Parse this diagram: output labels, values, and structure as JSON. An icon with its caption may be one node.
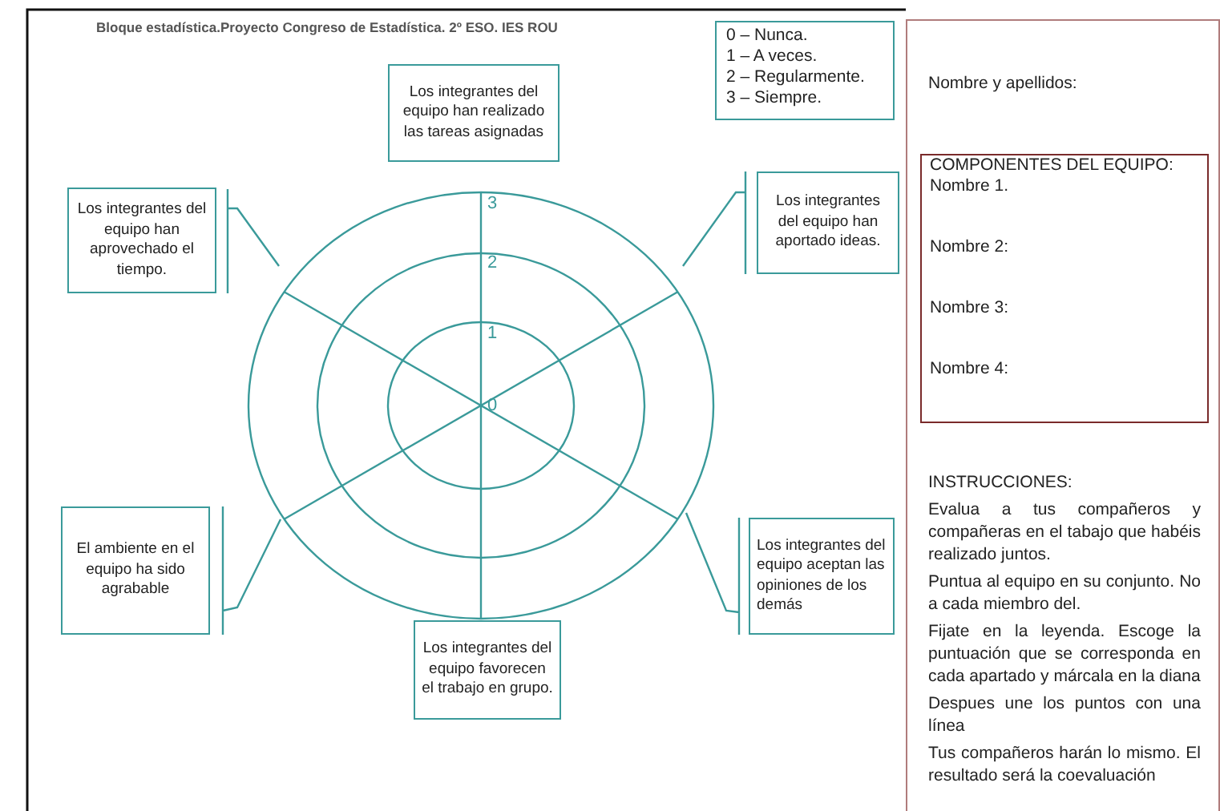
{
  "diagram": {
    "title": "Bloque estadística.Proyecto Congreso de Estadística. 2º ESO. IES ROU",
    "nodes": [
      {
        "text": [
          "0 – Nunca.",
          "1 – A veces.",
          "2 – Regularmente.",
          "3 – Siempre."
        ]
      },
      {
        "text": [
          "Nombre y apellidos:",
          "INSTRUCCIONES:",
          "Evalua a tus compañeros y compañeras en el tabajo que habéis realizado juntos.",
          "Puntua al equipo en su conjunto. No a cada miembro del.",
          "Fijate en la leyenda. Escoge la puntuación que se corresponda en cada apartado y márcala en la diana",
          "Despues une los puntos con una línea",
          "Tus compañeros harán lo mismo. El resultado será la coevaluación"
        ]
      },
      {
        "text": [
          "COMPONENTES DEL EQUIPO:",
          "Nombre 1.",
          "Nombre 2:",
          "Nombre 3:",
          "Nombre 4:"
        ],
        "in": 1
      },
      {
        "text": [
          "Los integrantes del equipo han realizado las tareas asignadas"
        ]
      },
      {
        "text": [
          "Los integrantes del equipo han aprovechado el tiempo."
        ]
      },
      {
        "text": [
          "Los integrantes del equipo han aportado ideas."
        ]
      },
      {
        "text": [
          "El ambiente en el equipo ha sido agrabable"
        ]
      },
      {
        "text": [
          "Los integrantes del equipo aceptan las opiniones de los demás"
        ]
      },
      {
        "text": [
          "Los integrantes del equipo favorecen el trabajo en grupo."
        ]
      }
    ],
    "edges": [
      {
        "from": 4,
        "to": null,
        "arrow": "none"
      },
      {
        "from": 5,
        "to": null,
        "arrow": "none"
      },
      {
        "from": 6,
        "to": null,
        "arrow": "none"
      },
      {
        "from": 7,
        "to": null,
        "arrow": "none"
      }
    ],
    "labels": [
      "3",
      "2",
      "1",
      "0"
    ]
  }
}
